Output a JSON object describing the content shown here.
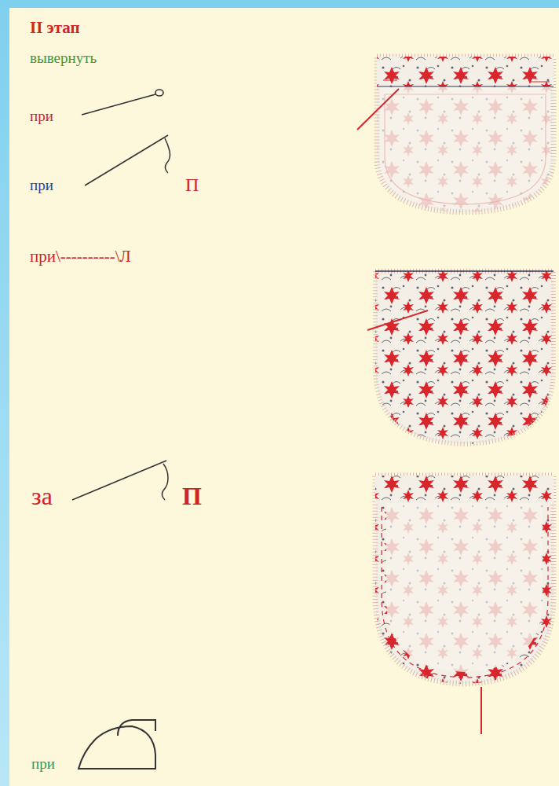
{
  "diagram": {
    "labels": [
      "II этап",
      "вывернуть",
      "при",
      "при",
      "П",
      "при\\----------\\Л",
      "за",
      "П",
      "при"
    ]
  }
}
